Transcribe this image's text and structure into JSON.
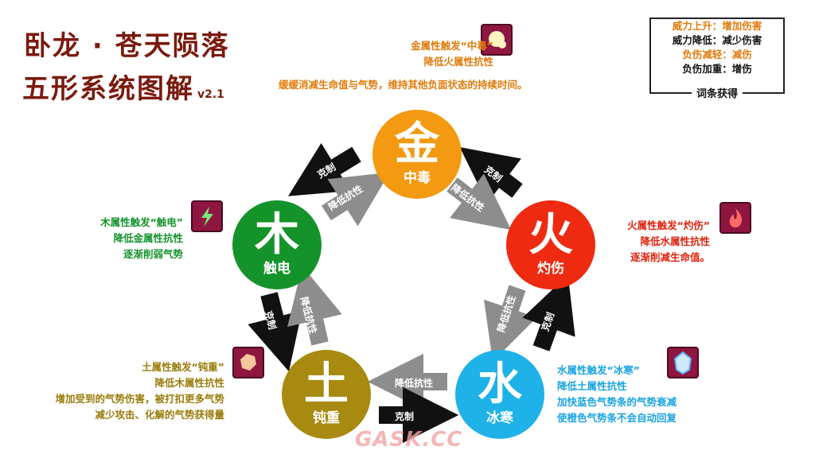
{
  "title": {
    "line1": "卧龙 · 苍天陨落",
    "line2": "五形系统图解",
    "version": "v2.1"
  },
  "legend": {
    "rows": [
      "威力上升：增加伤害",
      "威力降低：减少伤害",
      "负伤减轻：减伤",
      "负伤加重：增伤"
    ],
    "footer": "词条获得"
  },
  "elements": {
    "gold": {
      "char": "金",
      "status": "中毒",
      "color": "#f39a12"
    },
    "wood": {
      "char": "木",
      "status": "触电",
      "color": "#15932b"
    },
    "fire": {
      "char": "火",
      "status": "灼伤",
      "color": "#ee2a10"
    },
    "earth": {
      "char": "土",
      "status": "钝重",
      "color": "#a88a10"
    },
    "water": {
      "char": "水",
      "status": "冰寒",
      "color": "#1fb2e8"
    }
  },
  "descriptions": {
    "gold": [
      "金属性触发“中毒”",
      "降低火属性抗性"
    ],
    "gold_sub": "缓缓消减生命值与气势，维持其他负面状态的持续时间。",
    "wood": [
      "木属性触发“触电”",
      "降低金属性抗性",
      "逐渐削弱气势"
    ],
    "fire": [
      "火属性触发“灼伤”",
      "降低水属性抗性",
      "逐渐削减生命值。"
    ],
    "earth": [
      "土属性触发“钝重”",
      "降低木属性抗性",
      "增加受到的气势伤害，被打扣更多气势",
      "减少攻击、化解的气势获得量"
    ],
    "water": [
      "水属性触发“冰寒”",
      "降低土属性抗性",
      "加快蓝色气势条的气势衰减",
      "使橙色气势条不会自动回复"
    ]
  },
  "arrows": {
    "restrain": "克制",
    "lower": "降低抗性"
  },
  "watermark": "GASK.CC"
}
